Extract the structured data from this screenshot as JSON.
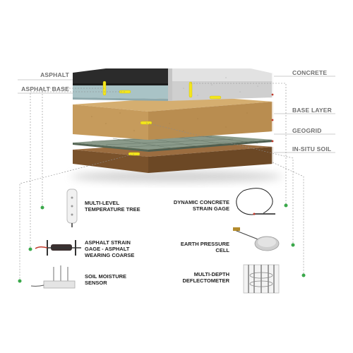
{
  "layers": {
    "asphalt": "ASPHALT",
    "asphalt_base": "ASPHALT BASE",
    "concrete": "CONCRETE",
    "base_layer": "BASE LAYER",
    "geogrid": "GEOGRID",
    "in_situ_soil": "IN-SITU SOIL"
  },
  "sensors": {
    "temperature_tree": "MULTI-LEVEL\nTEMPERATURE TREE",
    "asphalt_strain_gage": "ASPHALT STRAIN\nGAGE - ASPHALT\nWEARING COARSE",
    "soil_moisture": "SOIL MOISTURE\nSENSOR",
    "concrete_strain_gage": "DYNAMIC CONCRETE\nSTRAIN GAGE",
    "earth_pressure_cell": "EARTH PRESSURE\nCELL",
    "deflectometer": "MULTI-DEPTH\nDEFLECTOMETER"
  },
  "colors": {
    "asphalt": "#2b2b2b",
    "asphalt_base": "#a9c3c6",
    "concrete": "#d7d7d7",
    "base_layer": "#c9a064",
    "geogrid": "#7d8f7f",
    "soil": "#8a5f35",
    "sensor_yellow": "#f4e61d",
    "leader_dot": "#3aa84a"
  }
}
